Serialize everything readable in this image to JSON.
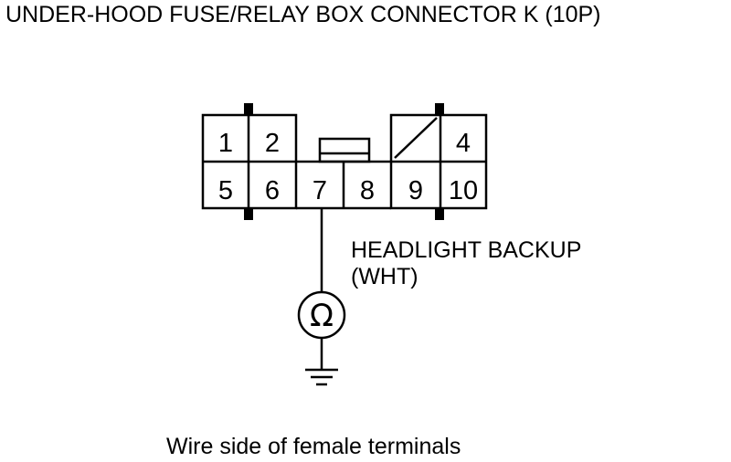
{
  "title": "UNDER-HOOD FUSE/RELAY BOX CONNECTOR K (10P)",
  "connector": {
    "pins": {
      "p1": "1",
      "p2": "2",
      "p4": "4",
      "p5": "5",
      "p6": "6",
      "p7": "7",
      "p8": "8",
      "p9": "9",
      "p10": "10"
    }
  },
  "wire": {
    "name": "HEADLIGHT BACKUP",
    "color": "(WHT)"
  },
  "meter": {
    "symbol": "Ω"
  },
  "caption": "Wire side of female terminals"
}
